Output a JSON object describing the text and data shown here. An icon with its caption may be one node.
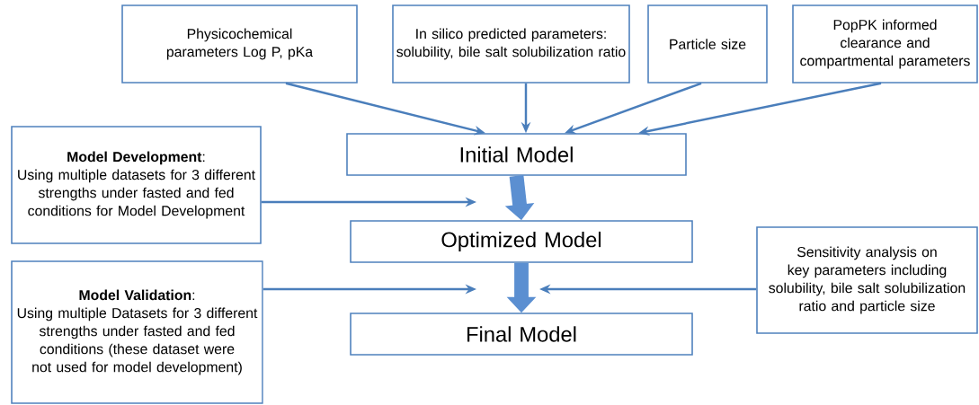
{
  "diagram": {
    "nodes": [
      {
        "text": [
          "Physicochemical parameters Log P, pKa"
        ]
      },
      {
        "text": [
          "In silico predicted parameters: solubility, bile salt solubilization ratio"
        ]
      },
      {
        "text": [
          "Particle size"
        ]
      },
      {
        "text": [
          "PopPK informed clearance and compartmental parameters"
        ]
      },
      {
        "text": [
          "Initial Model"
        ]
      },
      {
        "text": [
          "**Model Development**:",
          "Using multiple datasets for 3 different strengths under fasted and fed conditions for Model Development"
        ]
      },
      {
        "text": [
          "Optimized Model"
        ]
      },
      {
        "text": [
          "**Model Validation**:",
          "Using multiple Datasets for 3 different strengths under fasted and fed conditions (these dataset were not used for model development)"
        ]
      },
      {
        "text": [
          "Sensitivity analysis on key parameters including solubility, bile salt solubilization ratio and particle size"
        ]
      },
      {
        "text": [
          "Final Model"
        ]
      }
    ],
    "edges": [
      {
        "from": 0,
        "to": 4,
        "arrow": "to"
      },
      {
        "from": 1,
        "to": 4,
        "arrow": "to"
      },
      {
        "from": 2,
        "to": 4,
        "arrow": "to"
      },
      {
        "from": 3,
        "to": 4,
        "arrow": "to"
      },
      {
        "from": 4,
        "to": 6,
        "arrow": "to",
        "style": "thick"
      },
      {
        "from": 5,
        "to": null,
        "arrow": "to"
      },
      {
        "from": 6,
        "to": 9,
        "arrow": "to",
        "style": "thick"
      },
      {
        "from": 7,
        "to": null,
        "arrow": "to"
      },
      {
        "from": 8,
        "to": null,
        "arrow": "to"
      }
    ]
  }
}
